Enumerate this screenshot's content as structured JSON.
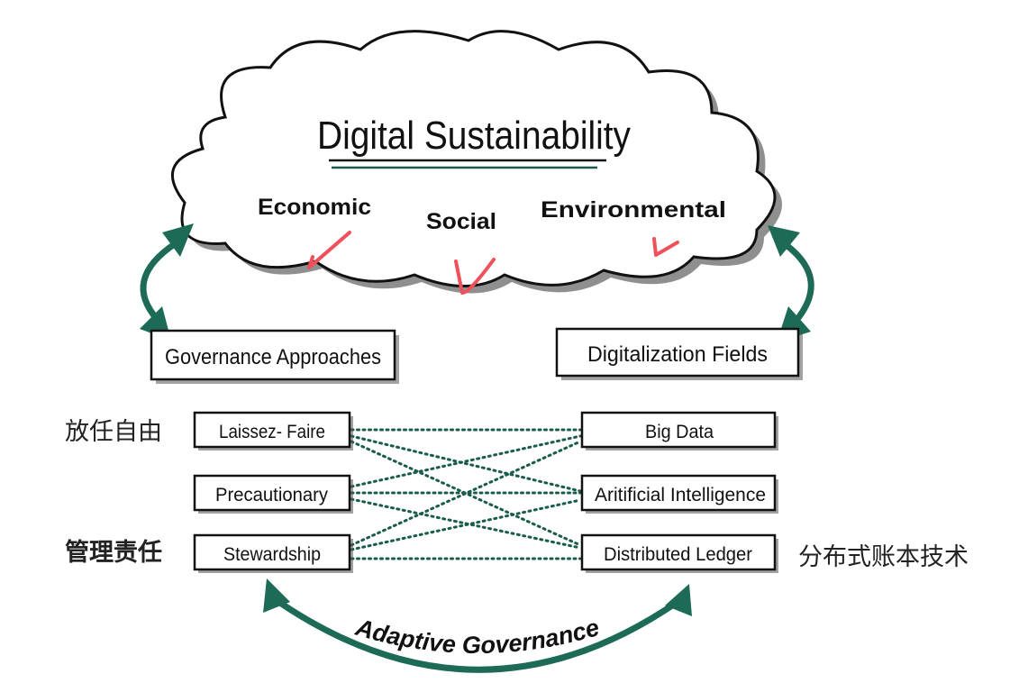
{
  "title": "Digital Sustainability",
  "pillars": [
    "Economic",
    "Social",
    "Environmental"
  ],
  "governance": {
    "heading": "Governance Approaches",
    "items": [
      "Laissez- Faire",
      "Precautionary",
      "Stewardship"
    ]
  },
  "fields": {
    "heading": "Digitalization Fields",
    "items": [
      "Big Data",
      "Aritificial Intelligence",
      "Distributed Ledger"
    ]
  },
  "bottom_label": "Adaptive Governance",
  "annotations": {
    "laissez_faire_cn": "放任自由",
    "stewardship_cn": "管理责任",
    "ledger_cn": "分布式账本技术"
  },
  "colors": {
    "accent": "#1d6b56",
    "checkmark": "#f0505a"
  }
}
